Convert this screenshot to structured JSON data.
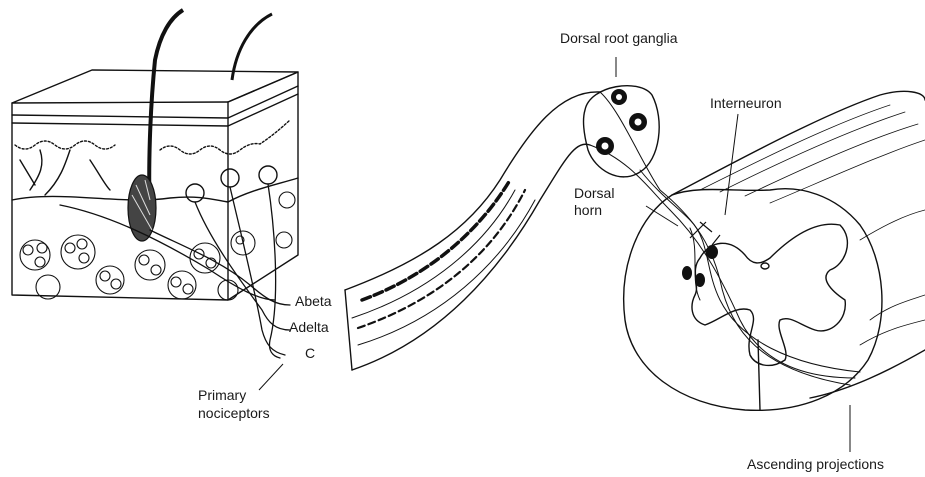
{
  "labels": {
    "drg": "Dorsal root ganglia",
    "interneuron": "Interneuron",
    "dorsal": "Dorsal",
    "horn": "horn",
    "abeta": "Abeta",
    "adelta": "Adelta",
    "c": "C",
    "primary": "Primary",
    "nociceptors": "nociceptors",
    "ascending": "Ascending projections"
  }
}
